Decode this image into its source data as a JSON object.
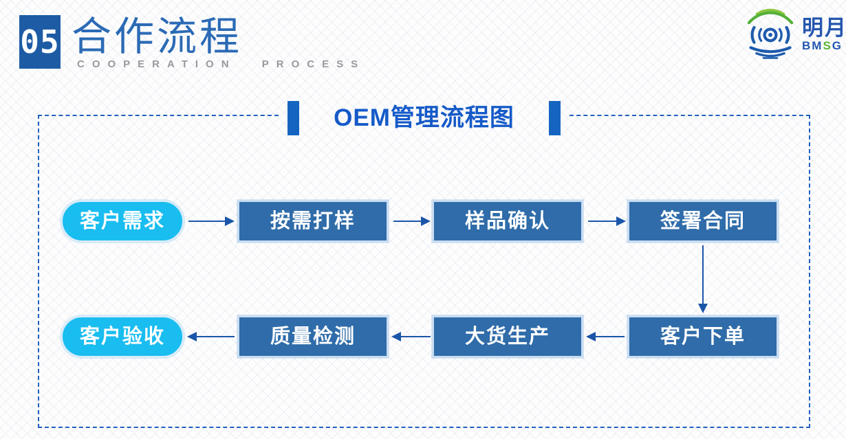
{
  "header": {
    "section_number": "05",
    "title": "合作流程",
    "subtitle": "COOPERATION PROCESS"
  },
  "logo": {
    "company_name": "明月",
    "abbr_start": "BM",
    "abbr_mid": "S",
    "abbr_end": "G"
  },
  "flowchart": {
    "title": "OEM管理流程图",
    "row1": {
      "node1": "客户需求",
      "node2": "按需打样",
      "node3": "样品确认",
      "node4": "签署合同"
    },
    "row2": {
      "node1": "客户验收",
      "node2": "质量检测",
      "node3": "大货生产",
      "node4": "客户下单"
    }
  },
  "colors": {
    "accent_blue": "#1B55A8",
    "box_fill": "#2F6CA9",
    "pill_fill": "#19BDF0",
    "dash_border": "#2160C0",
    "flow_title_blue": "#155AC8",
    "header_title_blue": "#2B6AB5",
    "subtitle_gray": "#97999C",
    "logo_green": "#5CB531"
  }
}
